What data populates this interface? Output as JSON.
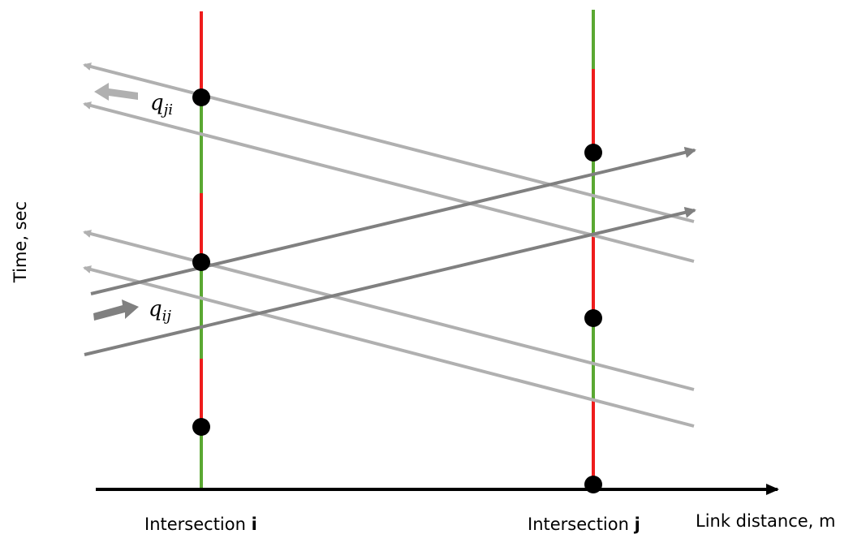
{
  "axes": {
    "y_label": "Time, sec",
    "x_label": "Link distance, m"
  },
  "intersections": [
    {
      "name": "Intersection",
      "suffix": "i"
    },
    {
      "name": "Intersection",
      "suffix": "j"
    }
  ],
  "flows": {
    "q_ji": {
      "base": "q",
      "sub": "ji",
      "direction": "right-to-left"
    },
    "q_ij": {
      "base": "q",
      "sub": "ij",
      "direction": "left-to-right"
    }
  },
  "colors": {
    "red_phase": "#ee1c1c",
    "green_phase": "#5aa832",
    "trajectory_ji": "#b0b0b0",
    "trajectory_ij": "#808080",
    "signal_point": "#000000",
    "axis": "#000000"
  }
}
